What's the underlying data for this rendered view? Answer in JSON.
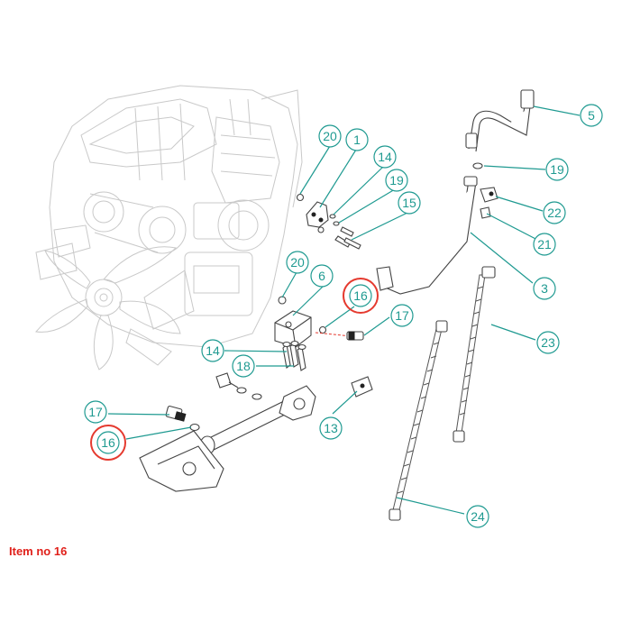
{
  "caption": "Item no 16",
  "highlight_color": "#e53a2f",
  "callout_color": "#1f9a91",
  "callouts": [
    "20",
    "1",
    "14",
    "19",
    "15",
    "5",
    "19",
    "22",
    "21",
    "3",
    "20",
    "6",
    "16",
    "17",
    "14",
    "18",
    "23",
    "17",
    "16",
    "13",
    "24"
  ],
  "highlighted_item": "16"
}
